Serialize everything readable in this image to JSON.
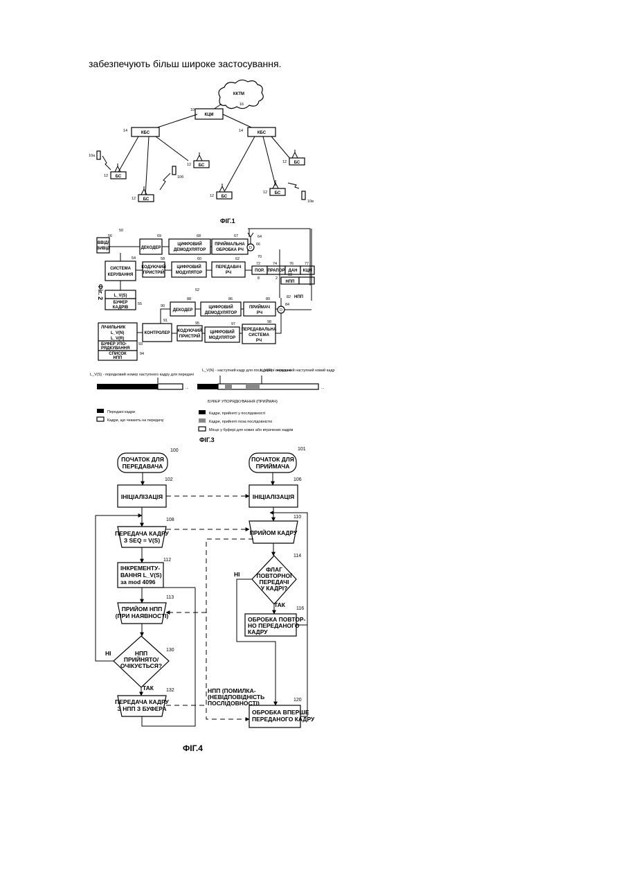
{
  "page": {
    "intro_text": "забезпечують більш широке застосування."
  },
  "fig1": {
    "caption": "ФІГ.1",
    "cloud": "ККТМ",
    "cloud_ref": "16",
    "center": "КЦМ",
    "center_ref": "10",
    "bsc_left": "КБС",
    "bsc_left_ref": "14",
    "bsc_right": "КБС",
    "bsc_right_ref": "14",
    "bs_label": "БС",
    "bs_ref": "12",
    "mobile_refs": [
      "10a",
      "10б",
      "10в"
    ]
  },
  "fig2": {
    "caption": "Фіг. 2",
    "top_ref": "50",
    "bottom_ref": "52",
    "io": "ВВІД/ ВИВІД",
    "io_ref": "56",
    "decoder": "ДЕКОДЕР",
    "decoder_ref": "69",
    "demod": "ЦИФРОВИЙ ДЕМОДУЛЯТОР",
    "demod_ref": "68",
    "rx_rf": "ПРИЙМАЛЬНА ОБРОБКА РЧ",
    "rx_rf_ref": "67",
    "control": "СИСТЕМА КЕРУВАННЯ",
    "control_ref": "54",
    "coder": "КОДУЮЧИЙ ПРИСТРІЙ",
    "coder_ref": "58",
    "modulator": "ЦИФРОВИЙ МОДУЛЯТОР",
    "modulator_ref": "60",
    "tx": "ПЕРЕДАВАЧ РЧ",
    "tx_ref": "62",
    "lvs": "L_V(S)",
    "frame_buf": "БУФЕР КАДРІВ",
    "frame_buf_ref": "55",
    "fields": [
      "ПОР.",
      "ПРАПОР",
      "ДАН",
      "КЦН"
    ],
    "field_refs": [
      "72",
      "74",
      "76",
      "77"
    ],
    "field_sub": [
      "8",
      "2"
    ],
    "nak": "НПП",
    "nak_ref": "83",
    "ref70": "70",
    "ref64": "64",
    "ref66": "66",
    "rx_decoder": "ДЕКОДЕР",
    "rx_decoder_ref": "88",
    "rx_demod": "ЦИФРОВИЙ ДЕМОДУЛЯТОР",
    "rx_demod_ref": "86",
    "receiver": "ПРИЙМАЧ РЧ",
    "receiver_ref": "80",
    "nak2": "НПП",
    "ref82": "82",
    "ref84": "84",
    "counter": "ЛІЧИЛЬНИК L_V(N) L_V(R)",
    "controller": "КОНТРОЛЕР",
    "controller_ref": "91",
    "ref90": "90",
    "rx_coder": "КОДУЮЧИЙ ПРИСТРІЙ",
    "rx_coder_ref": "95",
    "rx_modulator": "ЦИФРОВИЙ МОДУЛЯТОР",
    "rx_modulator_ref": "97",
    "tx_system": "ПЕРЕДАВАЛЬНА СИСТЕМА РЧ",
    "tx_system_ref": "98",
    "reorder_buf": "БУФЕР УПО- РЯДКУВАННЯ",
    "reorder_ref": "93",
    "nak_list": "СПИСОК НПП",
    "nak_list_ref": "94"
  },
  "fig3": {
    "caption": "ФІГ.3",
    "note_left": "L_V(S) - порядковий номер наступного кадру для передачі",
    "note_mid": "L_V(N) - наступний кадр для послідовної передачі",
    "note_right": "L_V(R) - очікуваний наступний новий кадр",
    "buffer_title": "БУФЕР УПОРЯДКУВАННЯ (ПРИЙМАЧ)",
    "legend": [
      "Передані кадри",
      "Кадри, що чекають на передачу",
      "Кадри, прийняті у послідовності",
      "Кадри, прийняті поза послідовністю",
      "Місце у буфері для нових або втрачених кадрів"
    ]
  },
  "fig4": {
    "caption": "ФІГ.4",
    "start_tx": "ПОЧАТОК ДЛЯ ПЕРЕДАВАЧА",
    "start_tx_ref": "100",
    "start_rx": "ПОЧАТОК ДЛЯ ПРИЙМАЧА",
    "start_rx_ref": "101",
    "init": "ІНІЦІАЛІЗАЦІЯ",
    "init_tx_ref": "102",
    "init_rx_ref": "106",
    "tx_frame": "ПЕРЕДАЧА КАДРУ З SEQ = V(S)",
    "tx_frame_ref": "108",
    "rx_frame": "ПРИЙОМ КАДРУ",
    "rx_frame_ref": "110",
    "increment": "ІНКРЕМЕНТУ- ВАННЯ L_V(S) за mod 4096",
    "increment_ref": "112",
    "retx_flag": "ФЛАГ ПОВТОРНОЇ ПЕРЕДАЧІ У КАДРІ?",
    "retx_flag_ref": "114",
    "no": "НІ",
    "yes": "ТАК",
    "rx_nak": "ПРИЙОМ НПП (ПРИ НАЯВНОСТІ)",
    "rx_nak_ref": "113",
    "process_retx": "ОБРОБКА ПОВТОР- НО ПЕРЕДАНОГО КАДРУ",
    "process_retx_ref": "116",
    "nak_q": "НПП ПРИЙНЯТО/ ОЧІКУЄТЬСЯ?",
    "nak_q_ref": "130",
    "nak_error": "НПП (ПОМИЛКА- (НЕВІДПОВІДНІСТЬ ПОСЛІДОВНОСТІ)",
    "tx_from_buf": "ПЕРЕДАЧА КАДРУ З НПП З БУФЕРА",
    "tx_from_buf_ref": "132",
    "process_first": "ОБРОБКА ВПЕРШЕ ПЕРЕДАНОГО КАДРУ",
    "process_first_ref": "120"
  }
}
